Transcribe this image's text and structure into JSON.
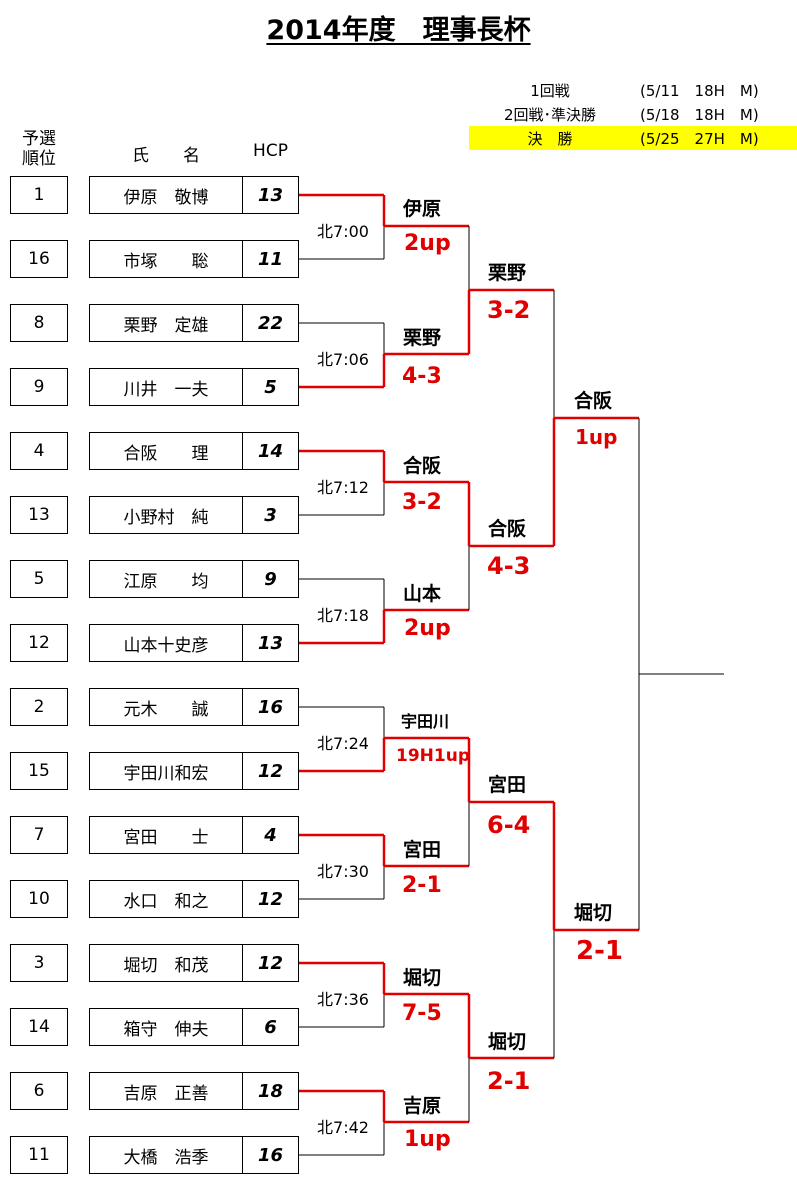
{
  "title": "2014年度　理事長杯",
  "schedule": [
    {
      "round": "1回戦",
      "date": "(5/11　18H　M)"
    },
    {
      "round": "2回戦･準決勝",
      "date": "(5/18　18H　M)"
    },
    {
      "round": "決　勝",
      "date": "(5/25　27H　M)"
    }
  ],
  "headers": {
    "rank_line1": "予選",
    "rank_line2": "順位",
    "name": "氏　　名",
    "hcp": "HCP"
  },
  "players": [
    {
      "rank": "1",
      "name": "伊原　敬博",
      "hcp": "13"
    },
    {
      "rank": "16",
      "name": "市塚　　聡",
      "hcp": "11"
    },
    {
      "rank": "8",
      "name": "栗野　定雄",
      "hcp": "22"
    },
    {
      "rank": "9",
      "name": "川井　一夫",
      "hcp": "5"
    },
    {
      "rank": "4",
      "name": "合阪　　理",
      "hcp": "14"
    },
    {
      "rank": "13",
      "name": "小野村　純",
      "hcp": "3"
    },
    {
      "rank": "5",
      "name": "江原　　均",
      "hcp": "9"
    },
    {
      "rank": "12",
      "name": "山本十史彦",
      "hcp": "13"
    },
    {
      "rank": "2",
      "name": "元木　　誠",
      "hcp": "16"
    },
    {
      "rank": "15",
      "name": "宇田川和宏",
      "hcp": "12"
    },
    {
      "rank": "7",
      "name": "宮田　　士",
      "hcp": "4"
    },
    {
      "rank": "10",
      "name": "水口　和之",
      "hcp": "12"
    },
    {
      "rank": "3",
      "name": "堀切　和茂",
      "hcp": "12"
    },
    {
      "rank": "14",
      "name": "箱守　伸夫",
      "hcp": "6"
    },
    {
      "rank": "6",
      "name": "吉原　正善",
      "hcp": "18"
    },
    {
      "rank": "11",
      "name": "大橋　浩季",
      "hcp": "16"
    }
  ],
  "tee_times": [
    "北7:00",
    "北7:06",
    "北7:12",
    "北7:18",
    "北7:24",
    "北7:30",
    "北7:36",
    "北7:42"
  ],
  "round1": [
    {
      "winner": "伊原",
      "score": "2up"
    },
    {
      "winner": "栗野",
      "score": "4-3"
    },
    {
      "winner": "合阪",
      "score": "3-2"
    },
    {
      "winner": "山本",
      "score": "2up"
    },
    {
      "winner": "宇田川",
      "score": "19H1up"
    },
    {
      "winner": "宮田",
      "score": "2-1"
    },
    {
      "winner": "堀切",
      "score": "7-5"
    },
    {
      "winner": "吉原",
      "score": "1up"
    }
  ],
  "round2": [
    {
      "winner": "栗野",
      "score": "3-2"
    },
    {
      "winner": "合阪",
      "score": "4-3"
    },
    {
      "winner": "宮田",
      "score": "6-4"
    },
    {
      "winner": "堀切",
      "score": "2-1"
    }
  ],
  "semifinal": [
    {
      "winner": "合阪",
      "score": "1up"
    },
    {
      "winner": "堀切",
      "score": "2-1"
    }
  ],
  "colors": {
    "win_line": "#e00000",
    "lose_line": "#000000",
    "score": "#e00000",
    "highlight": "#ffff00"
  }
}
